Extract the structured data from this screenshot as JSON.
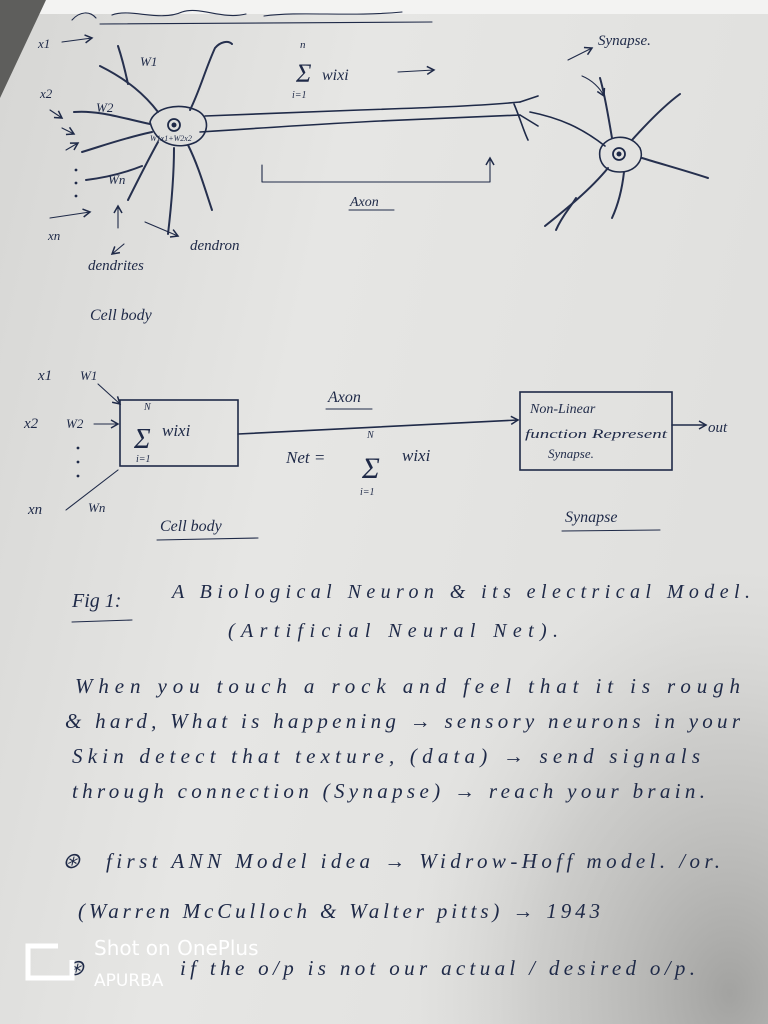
{
  "colors": {
    "ink": "#1f2a48",
    "paper": "#e2e2e0",
    "watermark": "#ffffff"
  },
  "biological_neuron": {
    "x1": "x1",
    "x2": "x2",
    "xn": "xn",
    "w1": "W1",
    "w2": "W2",
    "wn": "Wn",
    "soma_note": "W1x1+W2x2",
    "sum": {
      "upper": "n",
      "sigma": "Σ",
      "term": "wixi",
      "lower": "i=1"
    },
    "synapse": "Synapse.",
    "axon": "Axon",
    "dendron": "dendron",
    "dendrites": "dendrites",
    "cell_body": "Cell body"
  },
  "electrical_model": {
    "x1": "x1",
    "w1": "W1",
    "x2": "x2",
    "w2": "W2",
    "xn": "xn",
    "wn": "Wn",
    "cell_sum": {
      "upper": "N",
      "sigma": "Σ",
      "term": "wixi",
      "lower": "i=1"
    },
    "axon": "Axon",
    "net": {
      "label": "Net =",
      "upper": "N",
      "sigma": "Σ",
      "term": "wixi",
      "lower": "i=1"
    },
    "activation_box": [
      "Non-Linear",
      "function Represent",
      "Synapse."
    ],
    "output": "out",
    "cell_body": "Cell body",
    "synapse": "Synapse"
  },
  "caption": {
    "label": "Fig 1:",
    "line1": "A Biological Neuron & its electrical Model.",
    "line2": "(Artificial Neural Net)."
  },
  "paragraph": [
    "When you touch a rock and feel that it is rough",
    "& hard, What is happening → sensory neurons in your",
    "Skin detect that texture, (data) → send signals",
    "through connection (Synapse) → reach your brain."
  ],
  "notes": [
    {
      "bullet": "⊛",
      "text": "first ANN Model idea → Widrow-Hoff model. /or."
    },
    {
      "text": "(Warren McCulloch & Walter pitts) → 1943"
    },
    {
      "bullet": "⊛",
      "text": "if the o/p is not our actual / desired o/p."
    }
  ],
  "watermark": {
    "icon": "oneplus-logo-icon",
    "line1": "Shot on OnePlus",
    "line2": "APURBA"
  }
}
